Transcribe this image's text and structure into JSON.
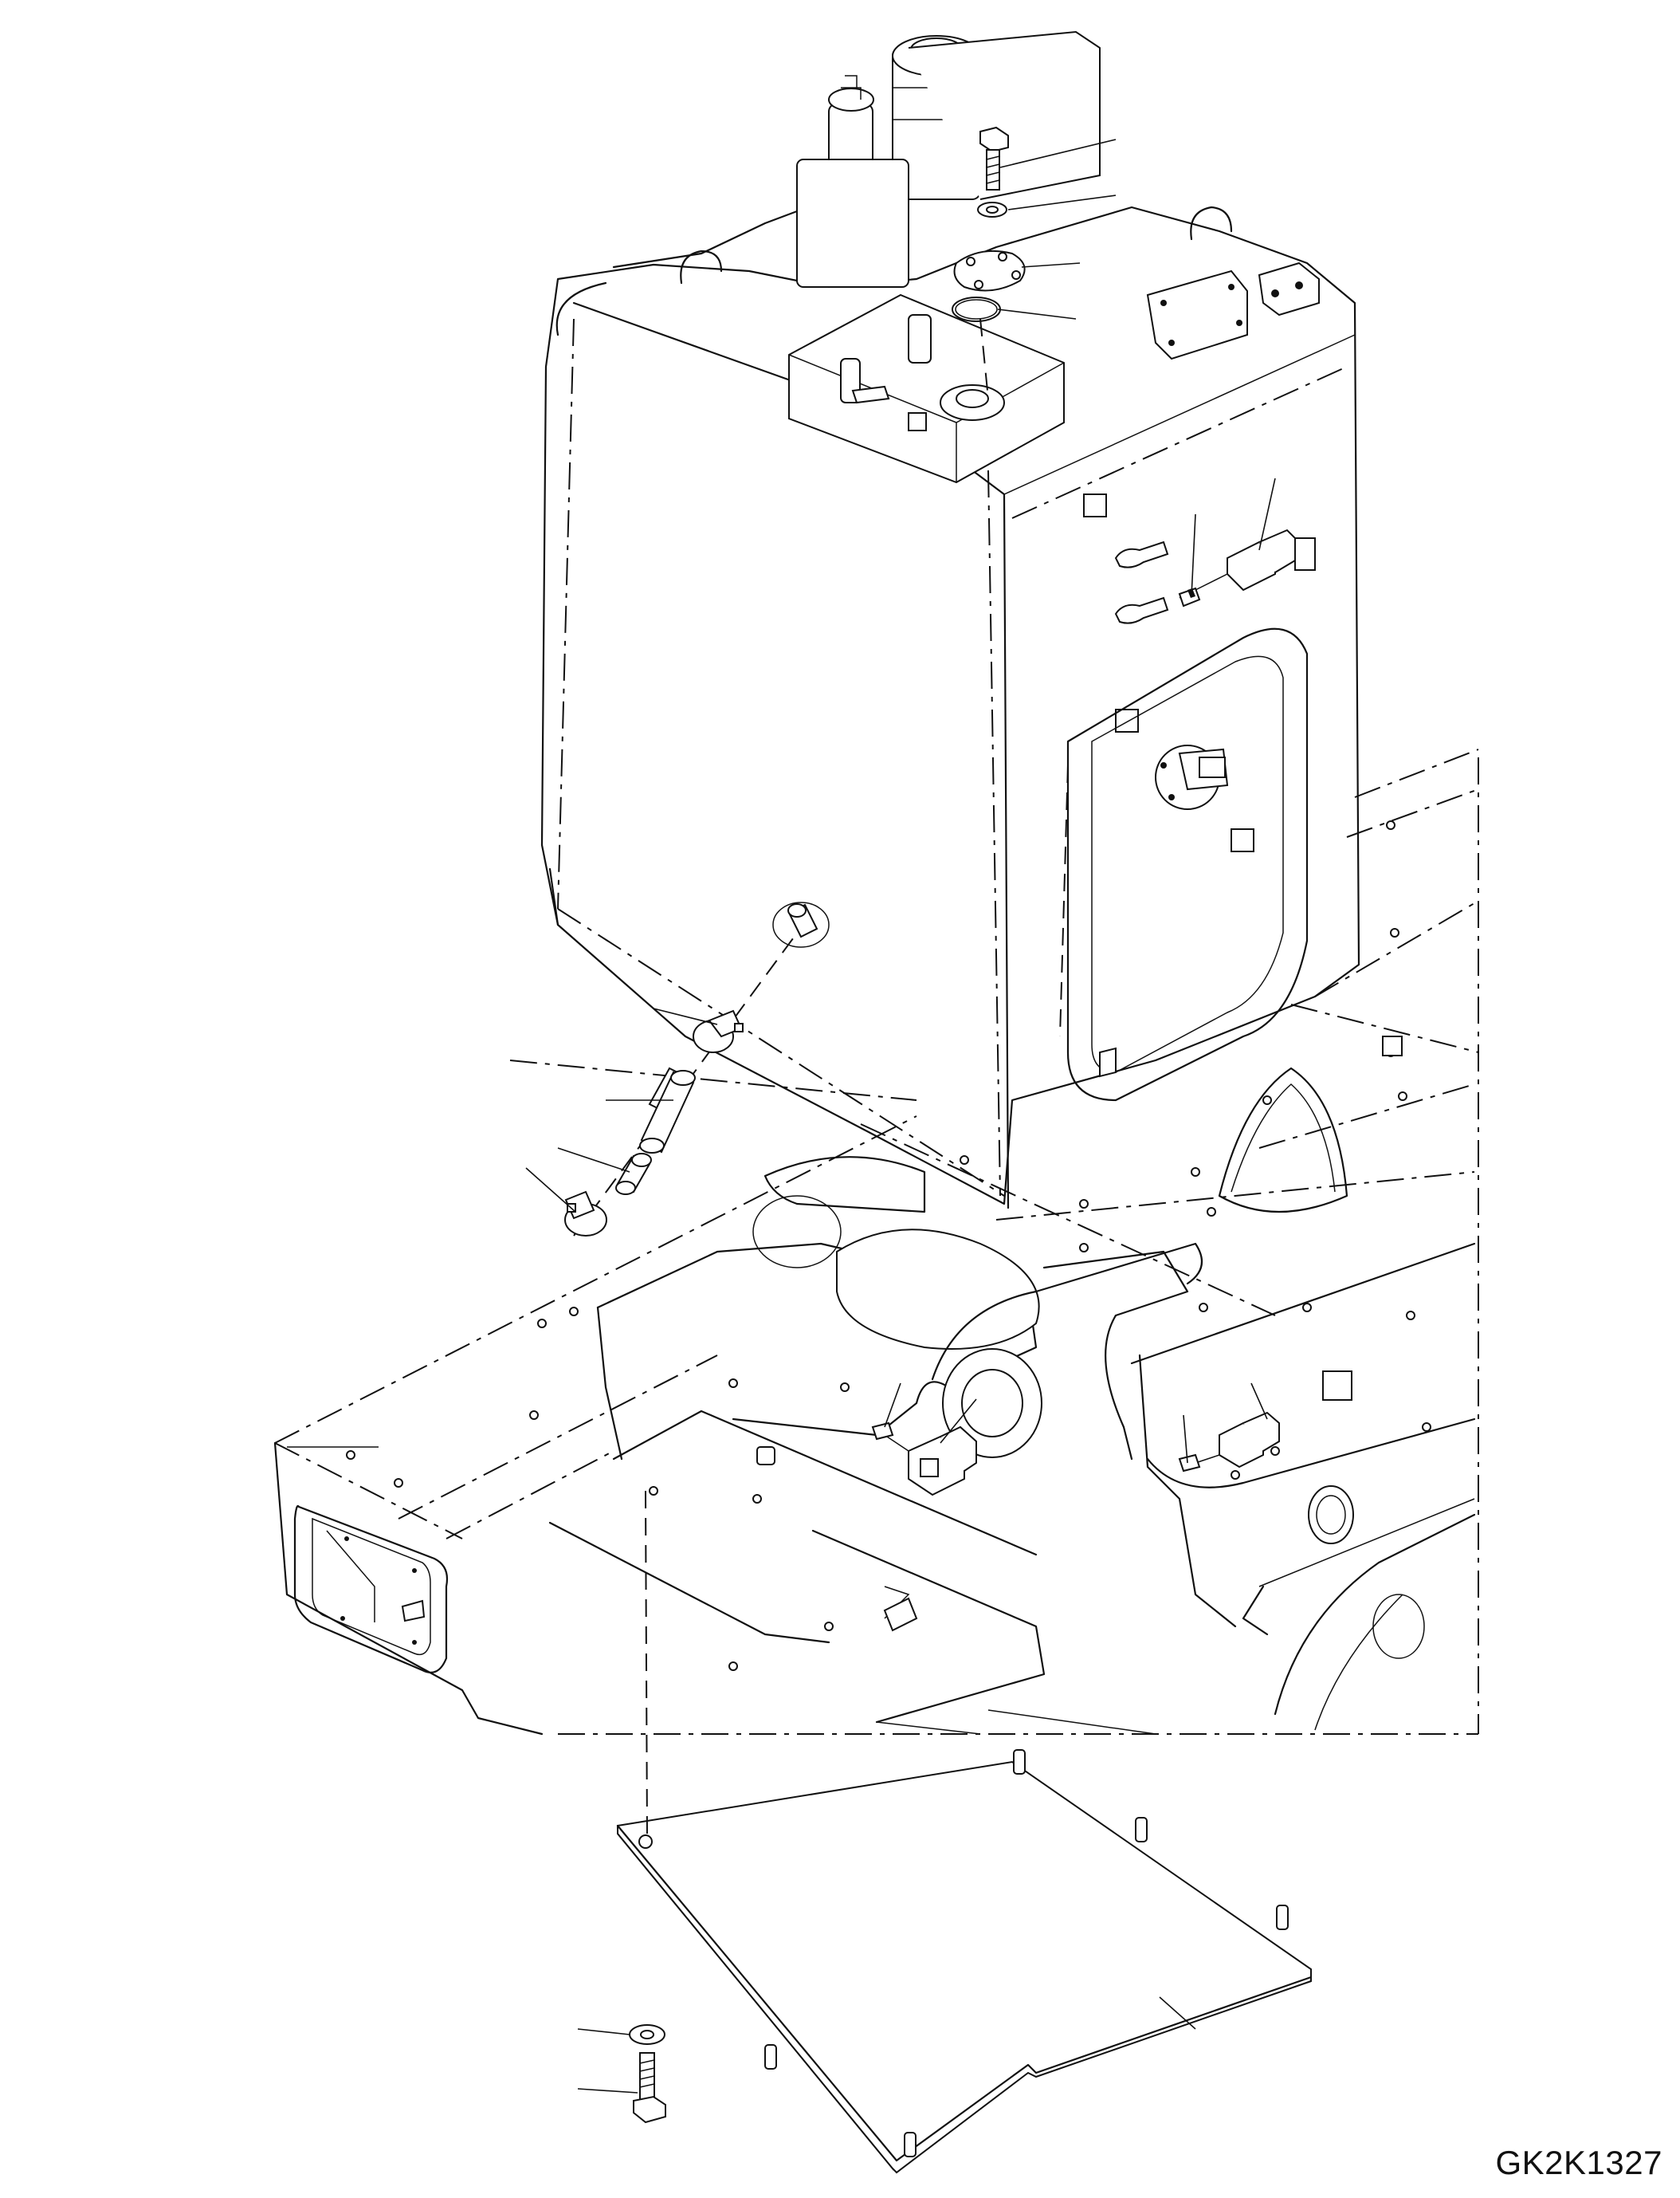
{
  "drawing": {
    "code": "GK2K1327"
  },
  "icons": {
    "callout": "leader-line",
    "part": "exploded-part"
  }
}
